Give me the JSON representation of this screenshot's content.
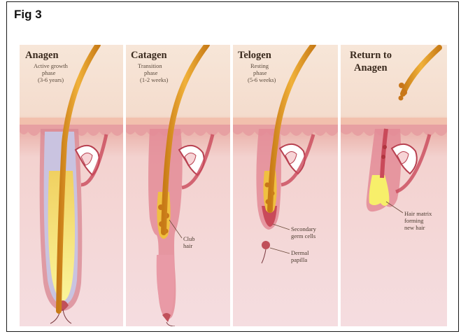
{
  "figure": {
    "label": "Fig 3"
  },
  "panels": [
    {
      "title": "Anagen",
      "subtitle": [
        "Active growth",
        "phase",
        "(3-6 years)"
      ]
    },
    {
      "title": "Catagen",
      "subtitle": [
        "Transition",
        "phase",
        "(1-2 weeks)"
      ],
      "annotations": [
        {
          "lines": [
            "Club",
            "hair"
          ]
        }
      ]
    },
    {
      "title": "Telogen",
      "subtitle": [
        "Resting",
        "phase",
        "(5-6 weeks)"
      ],
      "annotations": [
        {
          "lines": [
            "Secondary",
            "germ cells"
          ]
        },
        {
          "lines": [
            "Dermal",
            "papilla"
          ]
        }
      ]
    },
    {
      "title_lines": [
        "Return to",
        "Anagen"
      ],
      "annotations": [
        {
          "lines": [
            "Hair matrix",
            "forming",
            "new hair"
          ]
        }
      ]
    }
  ],
  "colors": {
    "background": "#f6dfd6",
    "epidermis": "#e9a8a8",
    "skin_surface": "#f3c7b4",
    "hair_shaft": "#e7a52a",
    "hair_bulb_yellow": "#f7ef7a",
    "follicle_red": "#c94a5a",
    "gland_red": "#b93a4a"
  }
}
